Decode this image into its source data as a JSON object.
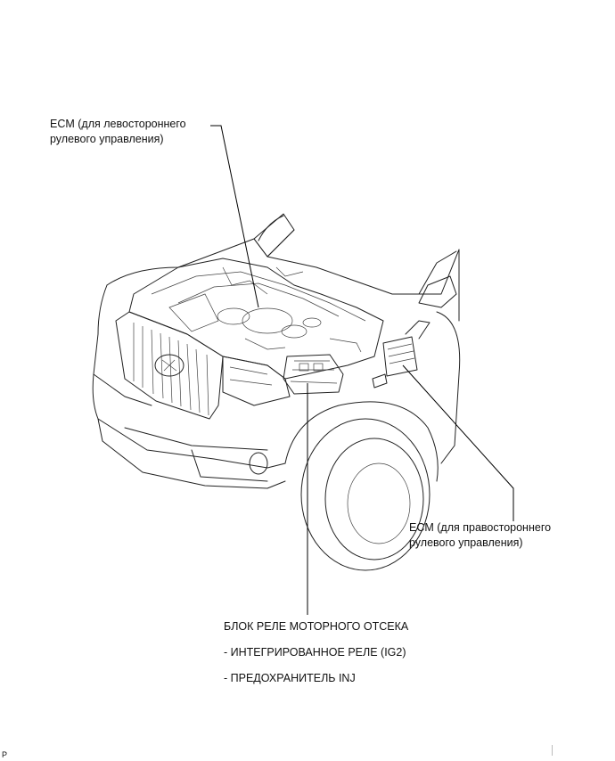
{
  "labels": {
    "ecm_left": [
      "ECM (для левостороннего",
      "рулевого управления)"
    ],
    "ecm_right": [
      "ECM (для правостороннего",
      "рулевого управления)"
    ],
    "relay_block": [
      "БЛОК РЕЛЕ МОТОРНОГО ОТСЕКА",
      "- ИНТЕГРИРОВАННОЕ РЕЛЕ (IG2)",
      "- ПРЕДОХРАНИТЕЛЬ INJ"
    ]
  },
  "corner_mark": "P"
}
